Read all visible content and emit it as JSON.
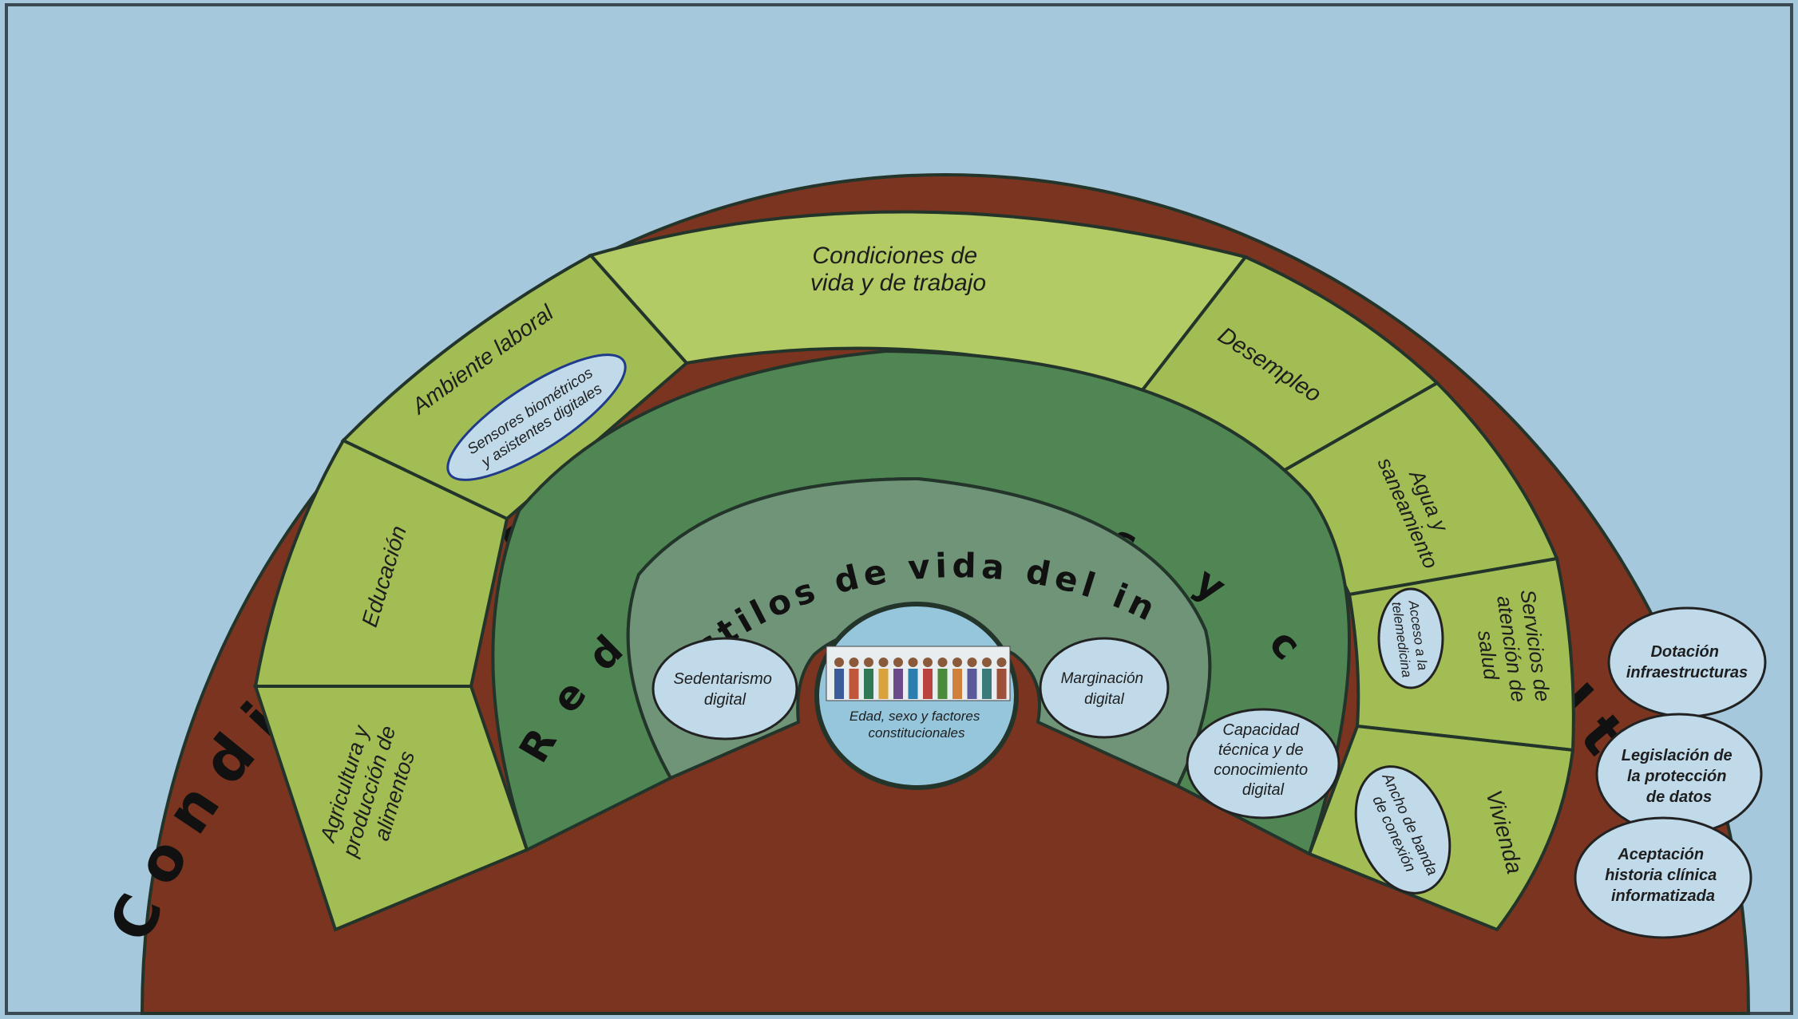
{
  "colors": {
    "background": "#a6c8dc",
    "outer_ring": "#7a3420",
    "segment_ring": "#a3bd55",
    "segment_top": "#b2cb64",
    "community_ring": "#4f8654",
    "individual_ring": "#6f9477",
    "core": "#96c6dc",
    "oval": "#c0daea",
    "divider": "#23352a"
  },
  "outer_ring": {
    "title": "Condiciones Socioeconómicas, culturales y ambientales"
  },
  "segments": {
    "agricultura": "Agricultura y\nproducción de\nalimentos",
    "educacion": "Educación",
    "ambiente_laboral": "Ambiente laboral",
    "condiciones_vida": "Condiciones de\nvida y de trabajo",
    "desempleo": "Desempleo",
    "agua": "Agua y\nsaneamiento",
    "servicios_salud": "Servicios de\natención de\nsalud",
    "vivienda": "Vivienda"
  },
  "community_ring": {
    "title": "Redes sociales y comunitarias"
  },
  "individual_ring": {
    "title": "Estilos de vida del individuo"
  },
  "core": {
    "label": "Edad, sexo y factores\nconstitucionales",
    "image": "people-group-illustration"
  },
  "ovals": {
    "sensores": "Sensores biométricos\ny asistentes digitales",
    "telemedicina": "Acceso a la\ntelemedicina",
    "ancho_banda": "Ancho de banda\nde conexión",
    "capacidad": "Capacidad\ntécnica y de\nconocimiento\ndigital",
    "sedentarismo": "Sedentarismo\ndigital",
    "marginacion": "Marginación\ndigital",
    "dotacion": "Dotación\ninfraestructuras",
    "legislacion": "Legislación de\nla protección\nde datos",
    "aceptacion": "Aceptación\nhistoria clínica\ninformatizada"
  }
}
